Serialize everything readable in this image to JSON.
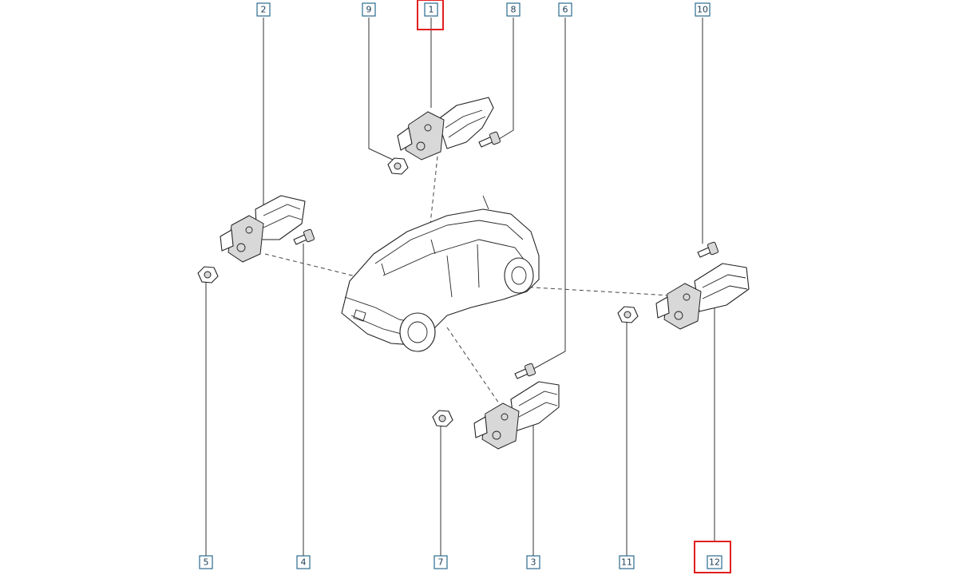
{
  "callouts": [
    {
      "id": "c1",
      "label": "1",
      "highlighted": true
    },
    {
      "id": "c2",
      "label": "2",
      "highlighted": false
    },
    {
      "id": "c3",
      "label": "3",
      "highlighted": false
    },
    {
      "id": "c4",
      "label": "4",
      "highlighted": false
    },
    {
      "id": "c5",
      "label": "5",
      "highlighted": false
    },
    {
      "id": "c6",
      "label": "6",
      "highlighted": false
    },
    {
      "id": "c7",
      "label": "7",
      "highlighted": false
    },
    {
      "id": "c8",
      "label": "8",
      "highlighted": false
    },
    {
      "id": "c9",
      "label": "9",
      "highlighted": false
    },
    {
      "id": "c10",
      "label": "10",
      "highlighted": false
    },
    {
      "id": "c11",
      "label": "11",
      "highlighted": false
    },
    {
      "id": "c12",
      "label": "12",
      "highlighted": true
    }
  ],
  "colors": {
    "callout_border": "#2a6c8e",
    "highlight": "#e11f1f",
    "linework": "#222222"
  }
}
